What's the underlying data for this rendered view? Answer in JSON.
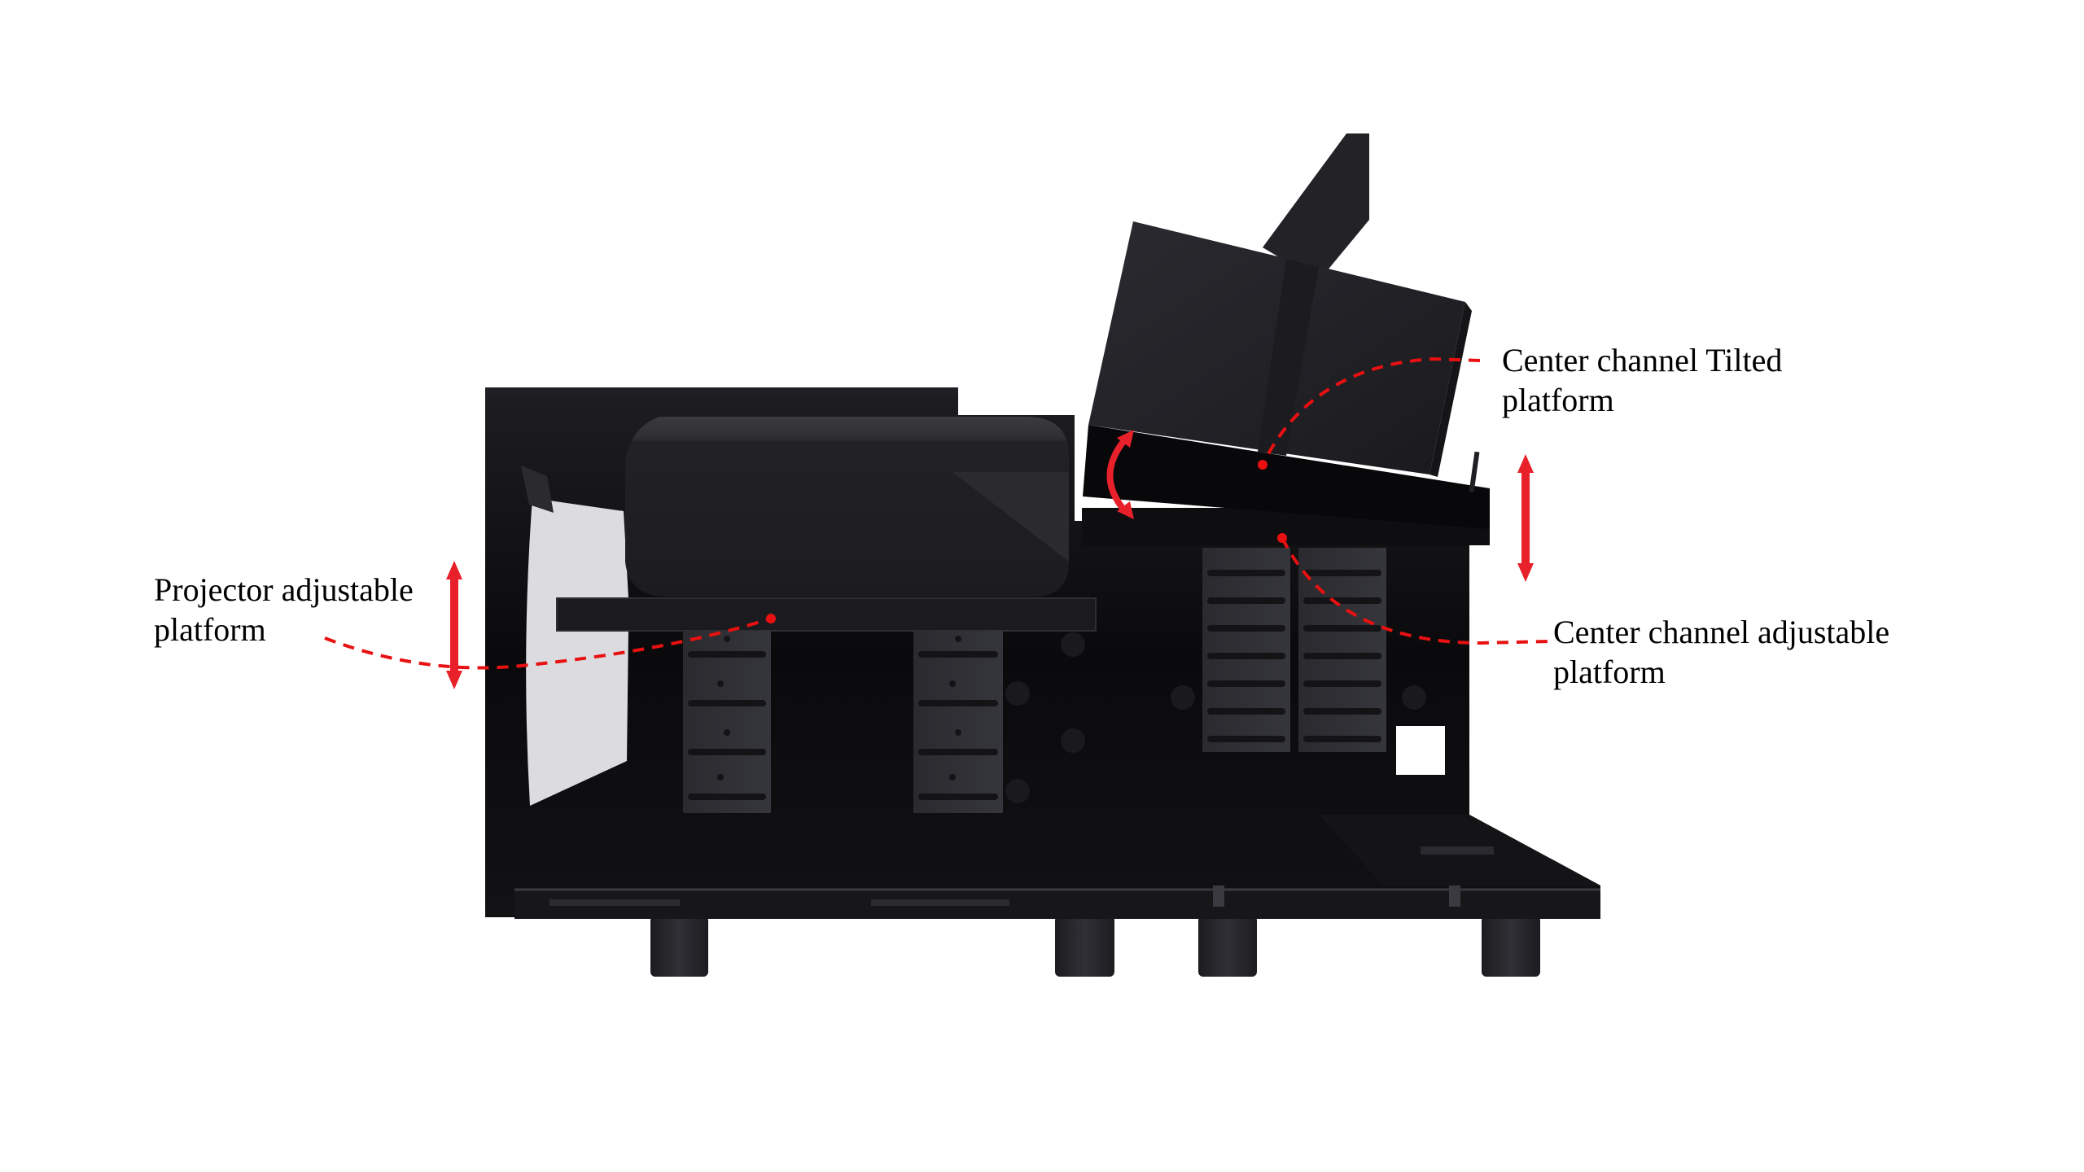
{
  "figure": {
    "description": "Side view render of a cabinet with projector and center channel speaker platforms",
    "colors": {
      "background": "#ffffff",
      "annotation_red": "#e8202a",
      "dashed_red": "#e81010",
      "body_dark": "#0a0a0c",
      "panel_dark": "#26262b",
      "rail_gray": "#2c2d32",
      "screen_light": "#dcdce0"
    }
  },
  "labels": {
    "projector_platform": {
      "line1": "Projector adjustable",
      "line2": "platform"
    },
    "center_tilted_platform": {
      "line1": "Center channel Tilted",
      "line2": "platform"
    },
    "center_adjustable_platform": {
      "line1": "Center channel adjustable",
      "line2": "platform"
    }
  },
  "annotations": {
    "projector_arrow": "vertical-double-arrow",
    "center_arrow": "vertical-double-arrow",
    "tilt_arrow": "curved-double-arrow"
  }
}
